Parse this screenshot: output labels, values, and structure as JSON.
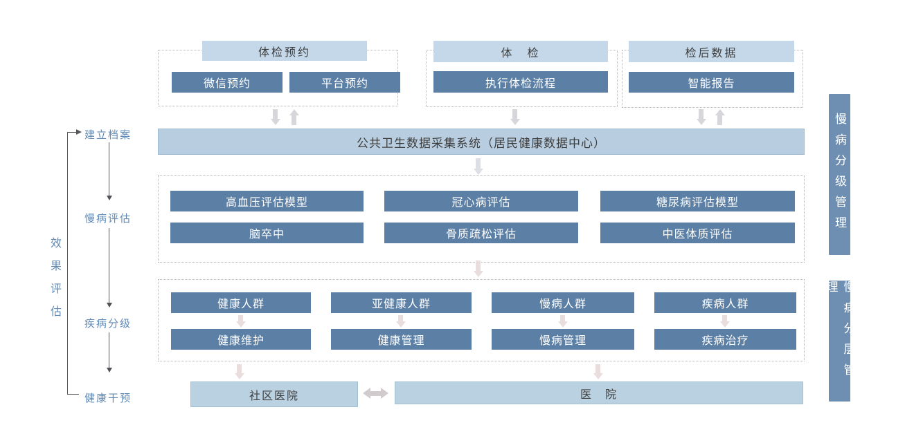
{
  "diagram": {
    "top_groups": [
      {
        "header": "体检预约",
        "boxes": [
          "微信预约",
          "平台预约"
        ]
      },
      {
        "header": "体　检",
        "boxes": [
          "执行体检流程"
        ]
      },
      {
        "header": "检后数据",
        "boxes": [
          "智能报告"
        ]
      }
    ],
    "data_center_bar": "公共卫生数据采集系统（居民健康数据中心）",
    "assessment": {
      "row1": [
        "高血压评估模型",
        "冠心病评估",
        "糖尿病评估模型"
      ],
      "row2": [
        "脑卒中",
        "骨质疏松评估",
        "中医体质评估"
      ]
    },
    "stratification": {
      "columns": [
        {
          "top": "健康人群",
          "bottom": "健康维护"
        },
        {
          "top": "亚健康人群",
          "bottom": "健康管理"
        },
        {
          "top": "慢病人群",
          "bottom": "慢病管理"
        },
        {
          "top": "疾病人群",
          "bottom": "疾病治疗"
        }
      ]
    },
    "bottom": {
      "community_hospital": "社区医院",
      "hospital": "医　院"
    },
    "side_bars": [
      {
        "label": "慢病分级管理"
      },
      {
        "label": "慢病分层管理"
      }
    ],
    "left_flow": {
      "steps": [
        "建立档案",
        "慢病评估",
        "疾病分级",
        "健康干预"
      ],
      "feedback_label": "效果评估"
    },
    "colors": {
      "dark_box": "#5b7fa5",
      "side_bar": "#6e8fb2",
      "light_header": "#c5d8e9",
      "light_bar": "#b8cee0",
      "light_bottom": "#b9d1e1",
      "blue_text": "#6089b4",
      "gray_arrow": "#d6d6db",
      "pink_arrow": "#e9dddd"
    }
  }
}
